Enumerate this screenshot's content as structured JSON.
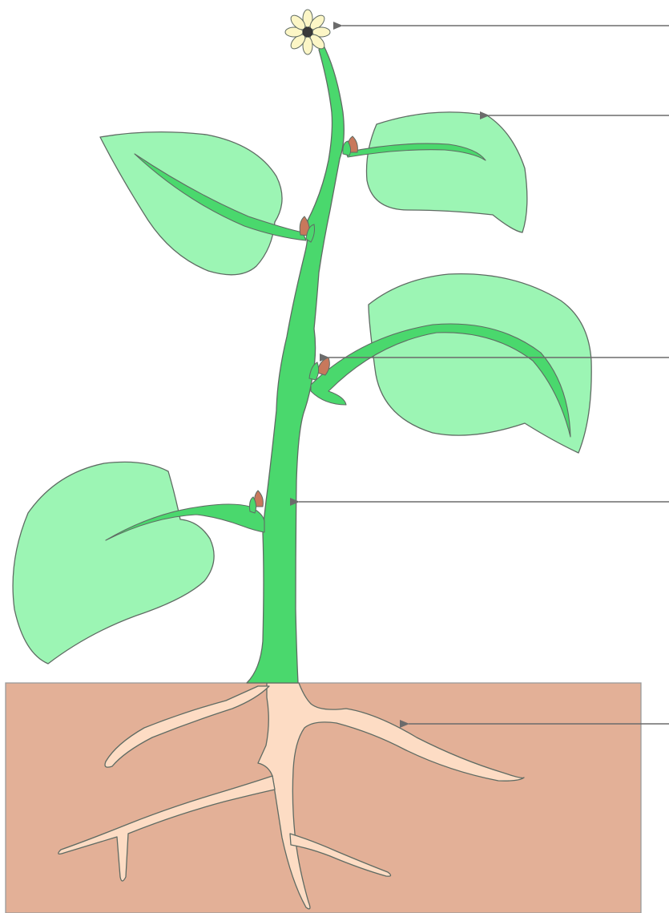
{
  "colors": {
    "background": "#ffffff",
    "soil": "#e3b097",
    "soil_edge": "#9a9a9a",
    "root": "#fddcc4",
    "stem": "#4ad86d",
    "leaf": "#9cf5b4",
    "outline": "#5f6b63",
    "bud": "#c8785c",
    "petal": "#fcf6c6",
    "flower_center": "#3a3a3a",
    "arrow": "#6b6b6b"
  },
  "parts": [
    {
      "id": "flower",
      "label": ""
    },
    {
      "id": "leaf",
      "label": ""
    },
    {
      "id": "bud",
      "label": ""
    },
    {
      "id": "stem",
      "label": ""
    },
    {
      "id": "root",
      "label": ""
    }
  ],
  "icons": {
    "pointer": "arrow-left-icon"
  }
}
